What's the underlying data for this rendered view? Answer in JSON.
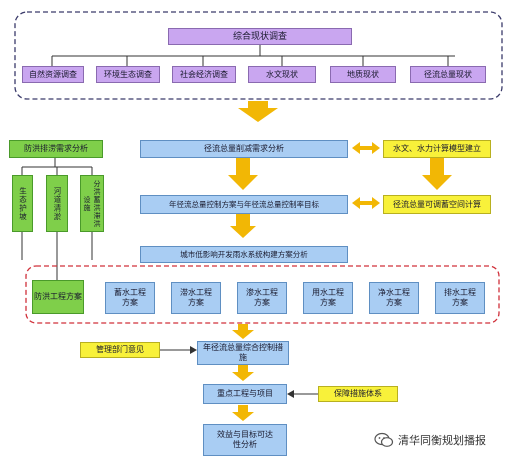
{
  "top_title": "综合现状调查",
  "survey_items": [
    "自然资源调查",
    "环境生态调查",
    "社会经济调查",
    "水文现状",
    "地质现状",
    "径流总量现状"
  ],
  "flood_analysis": "防洪排涝需求分析",
  "flood_sub": [
    "生态护坡",
    "河道清淤",
    "分洪蓄洪滞洪设施"
  ],
  "runoff_analysis": "径流总量削减需求分析",
  "hydro_model": "水文、水力计算模型建立",
  "annual_target": "年径流总量控制方案与年径流总量控制率目标",
  "space_calc": "径流总量可调蓄空间计算",
  "city_plan": "城市低影响开发雨水系统构建方案分析",
  "projects": [
    "防洪工程方案",
    "蓄水工程方案",
    "滞水工程方案",
    "渗水工程方案",
    "用水工程方案",
    "净水工程方案",
    "排水工程方案"
  ],
  "mgmt": "管理部门意见",
  "measures": "年径流总量综合控制措施",
  "key_projects": "重点工程与项目",
  "guarantee": "保障措施体系",
  "benefit": "效益与目标可达性分析",
  "watermark": "清华同衡规划播报",
  "colors": {
    "purple": "#c9a6f0",
    "blue": "#a9cdf3",
    "green": "#7fcf4a",
    "yellow": "#f8f13a",
    "arrow": "#f2b705",
    "dash": "#3a3a6a",
    "red_dash": "#d0303a"
  }
}
